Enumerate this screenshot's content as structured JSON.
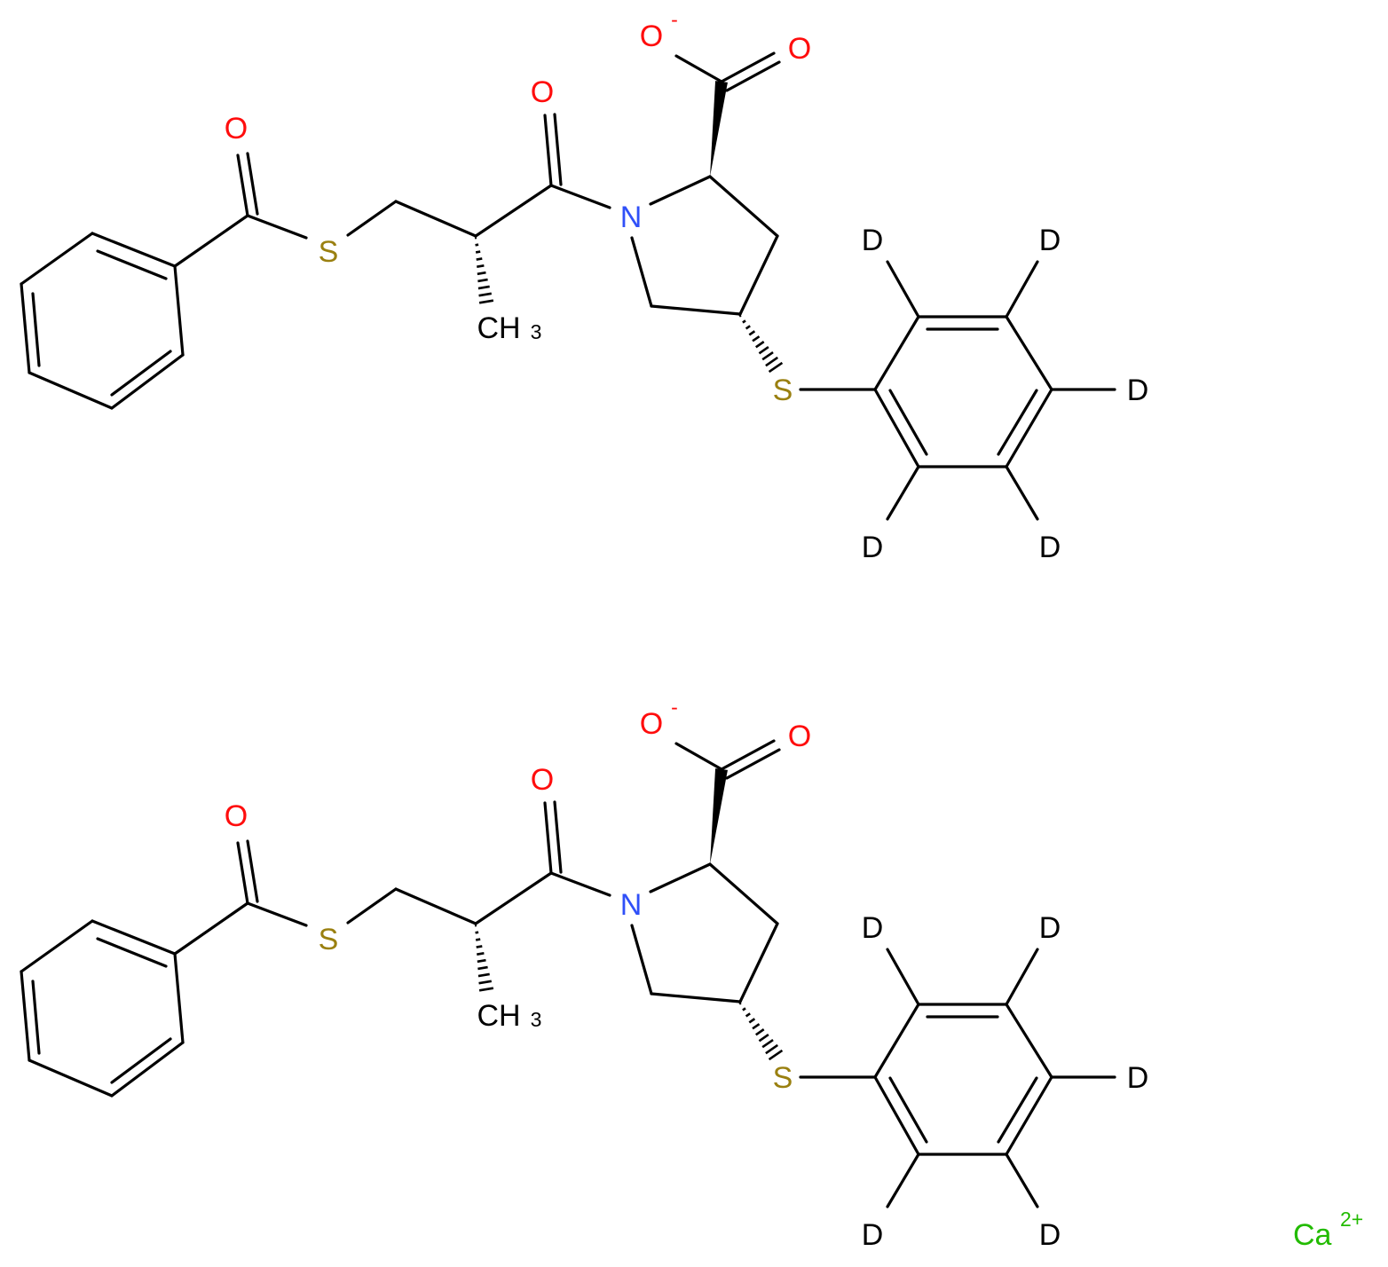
{
  "colors": {
    "bond": "#000000",
    "oxygen": "#ff0d0d",
    "nitrogen": "#3050f8",
    "sulfur": "#9a8010",
    "carbon": "#000000",
    "deuterium": "#000000",
    "calcium": "#22bb00"
  },
  "molecules": [
    {
      "labels": {
        "o_carbonyl_benzoyl": "O",
        "o_carbonyl_amide": "O",
        "o_carboxylate_minus": "O",
        "charge_minus": "-",
        "o_carboxylate_double": "O",
        "s_thioester": "S",
        "n_ring": "N",
        "methyl_c": "CH",
        "methyl_sub": "3",
        "s_thioether": "S",
        "d_ortho_top": "D",
        "d_meta_top": "D",
        "d_para": "D",
        "d_meta_bottom": "D",
        "d_ortho_bottom": "D"
      }
    },
    {
      "labels": {
        "o_carbonyl_benzoyl": "O",
        "o_carbonyl_amide": "O",
        "o_carboxylate_minus": "O",
        "charge_minus": "-",
        "o_carboxylate_double": "O",
        "s_thioester": "S",
        "n_ring": "N",
        "methyl_c": "CH",
        "methyl_sub": "3",
        "s_thioether": "S",
        "d_ortho_top": "D",
        "d_meta_top": "D",
        "d_para": "D",
        "d_meta_bottom": "D",
        "d_ortho_bottom": "D"
      }
    }
  ],
  "counterion": {
    "symbol": "Ca",
    "charge": "2+"
  }
}
